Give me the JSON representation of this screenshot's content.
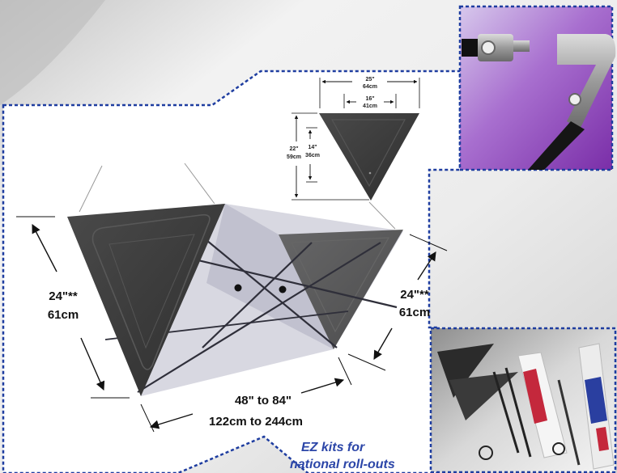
{
  "colors": {
    "border_dash": "#1e3da0",
    "panel_dark": "#3a3a3a",
    "panel_mid": "#4d4d4d",
    "fabric": "#b8b8c8",
    "backdrop": "#dcdcdc",
    "tagline": "#2c46a8",
    "purple": "#8a3db0"
  },
  "small_panel_dims": {
    "top_outer": "25\"",
    "top_outer_cm": "64cm",
    "top_inner": "16\"",
    "top_inner_cm": "41cm",
    "height_outer": "22\"",
    "height_outer_cm": "59cm",
    "height_inner": "14\"",
    "height_inner_cm": "36cm"
  },
  "main_dims": {
    "left_side": "24\"**",
    "left_side_cm": "61cm",
    "right_side": "24\"**",
    "right_side_cm": "61cm",
    "width": "48\" to 84\"",
    "width_cm": "122cm to 244cm"
  },
  "tagline": {
    "line1": "EZ kits for",
    "line2": "national roll-outs"
  },
  "icons": {
    "connector_photo": "pole-connector-photo",
    "kit_photo": "kit-contents-photo"
  }
}
